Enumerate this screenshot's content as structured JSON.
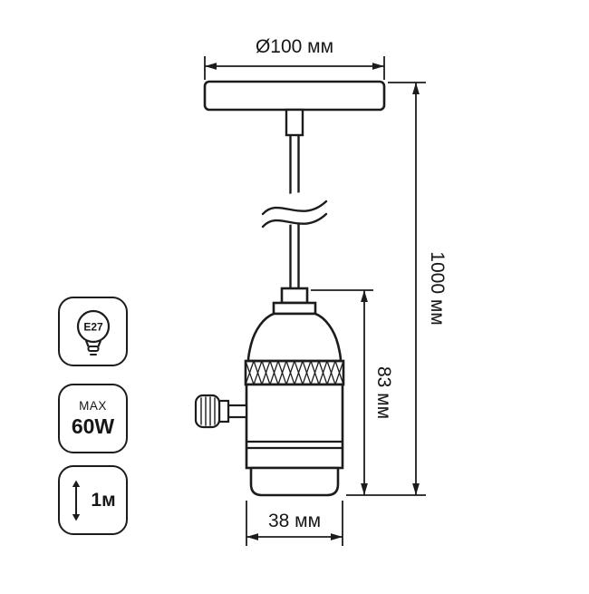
{
  "dimension_labels": {
    "canopy_diameter": "Ø100 мм",
    "total_length": "1000 мм",
    "socket_height": "83 мм",
    "socket_diameter": "38 мм"
  },
  "badges": {
    "socket_type": "E27",
    "max_label": "MAX",
    "max_power": "60W",
    "cable_length": "1м"
  },
  "colors": {
    "line": "#1c1c1c",
    "background": "#ffffff"
  }
}
